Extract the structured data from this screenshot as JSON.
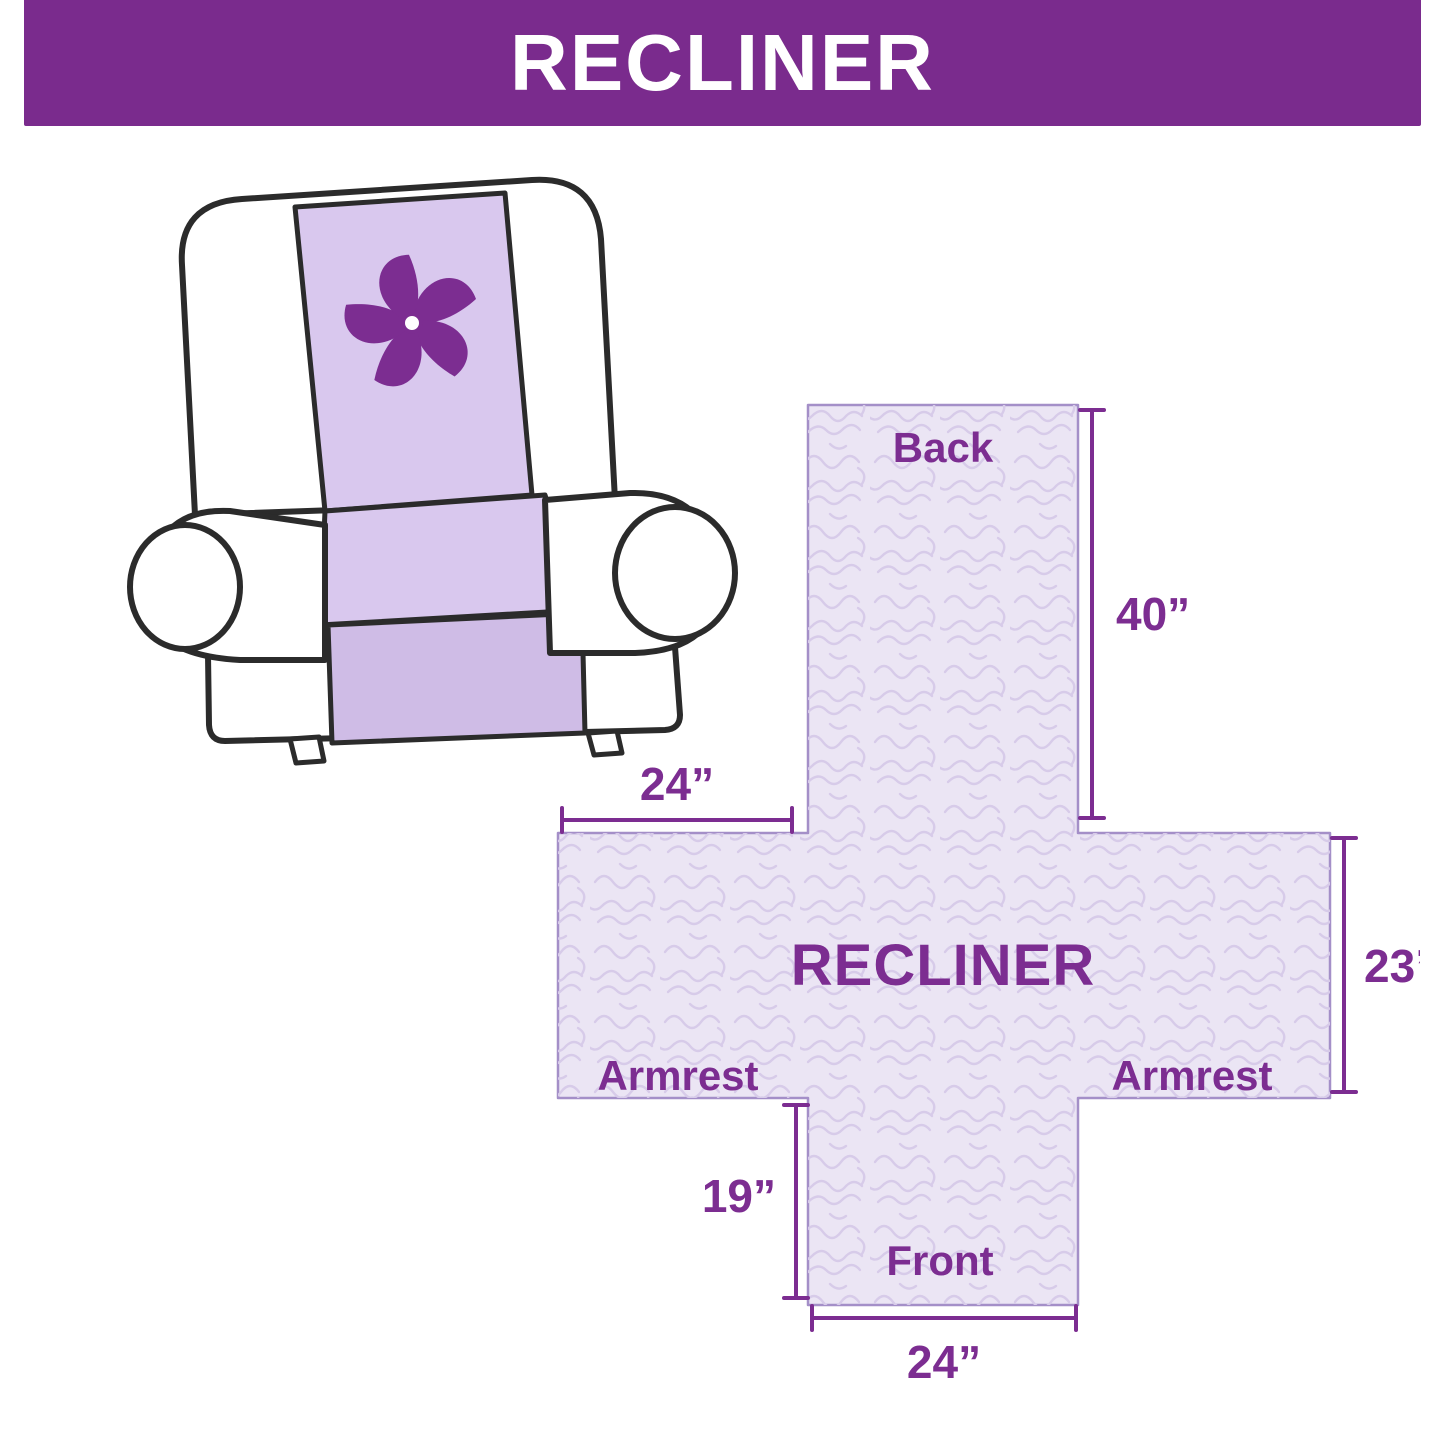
{
  "header": {
    "title": "RECLINER",
    "background_color": "#7a2b8d",
    "text_color": "#ffffff"
  },
  "chair": {
    "description": "armchair illustration with light purple protective cover",
    "cover_color": "#d9c8ee",
    "drape_color": "#cfbce6",
    "outline_color": "#2b2b2b",
    "logo_icon": "pinwheel-icon",
    "logo_color": "#7c2d91"
  },
  "diagram": {
    "center_label": "RECLINER",
    "accent_color": "#7c2d91",
    "fill_color": "#ebe5f4",
    "outline_color": "#a48fc8",
    "labels": {
      "back": "Back",
      "front": "Front",
      "armrest_left": "Armrest",
      "armrest_right": "Armrest"
    },
    "dimensions": {
      "back_height": "40”",
      "top_width": "24”",
      "side_height": "23”",
      "front_height": "19”",
      "bottom_width": "24”"
    }
  }
}
